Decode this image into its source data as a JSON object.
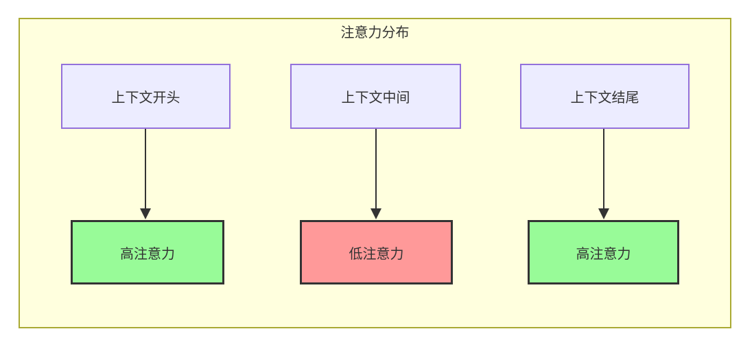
{
  "diagram": {
    "title": "注意力分布",
    "top_nodes": [
      {
        "label": "上下文开头"
      },
      {
        "label": "上下文中间"
      },
      {
        "label": "上下文结尾"
      }
    ],
    "bottom_nodes": [
      {
        "label": "高注意力",
        "level": "high"
      },
      {
        "label": "低注意力",
        "level": "low"
      },
      {
        "label": "高注意力",
        "level": "high"
      }
    ],
    "colors": {
      "cluster_fill": "#ffffde",
      "cluster_border": "#aaaa33",
      "node_fill": "#ececff",
      "node_border": "#9370db",
      "high_fill": "#98fb98",
      "low_fill": "#ff9999",
      "emphasis_border": "#333333",
      "arrow": "#333333",
      "text": "#333333"
    }
  }
}
